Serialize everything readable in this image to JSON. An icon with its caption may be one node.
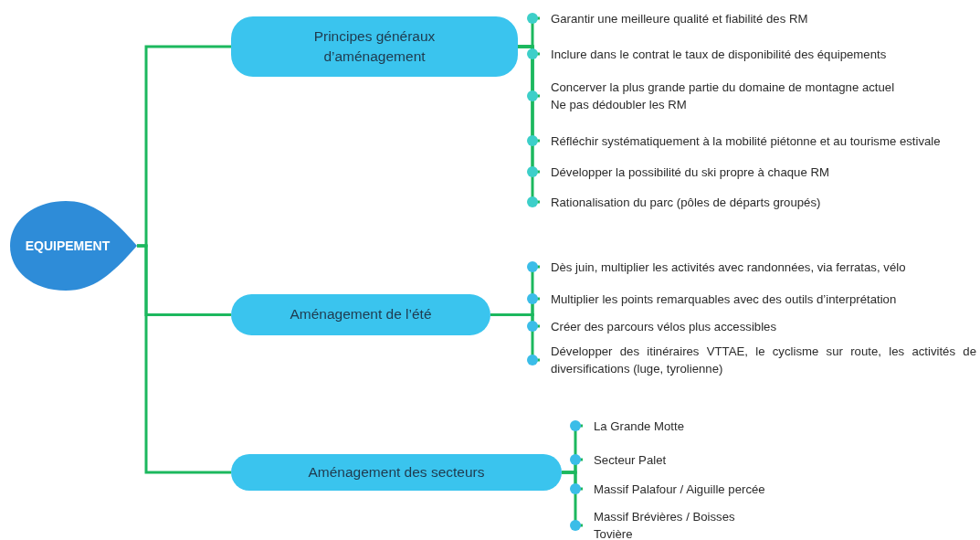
{
  "diagram": {
    "nodes": [
      {
        "text": [
          "EQUIPEMENT"
        ]
      },
      {
        "text": [
          "Principes généraux d’aménagement"
        ]
      },
      {
        "text": [
          "Aménagement de l’été"
        ]
      },
      {
        "text": [
          "Aménagement des secteurs"
        ]
      },
      {
        "text": [
          "Garantir une meilleure qualité et fiabilité des RM"
        ]
      },
      {
        "text": [
          "Inclure dans le contrat le taux de disponibilité des équipements"
        ]
      },
      {
        "text": [
          "Concerver la plus grande partie du domaine de montagne actuel",
          "Ne pas dédoubler les RM"
        ]
      },
      {
        "text": [
          "Réfléchir systématiquement à la mobilité piétonne et au tourisme estivale"
        ]
      },
      {
        "text": [
          "Développer la possibilité du ski propre à chaque RM"
        ]
      },
      {
        "text": [
          "Rationalisation du parc (pôles de départs groupés)"
        ]
      },
      {
        "text": [
          "Dès juin, multiplier les activités avec randonnées, via ferratas, vélo"
        ]
      },
      {
        "text": [
          "Multiplier les points remarquables avec des outils d’interprétation"
        ]
      },
      {
        "text": [
          "Créer des parcours vélos plus accessibles"
        ]
      },
      {
        "text": [
          "Développer des itinéraires VTTAE, le cyclisme sur route, les activités de diversifications (luge, tyrolienne)"
        ]
      },
      {
        "text": [
          "La Grande Motte"
        ]
      },
      {
        "text": [
          "Secteur Palet"
        ]
      },
      {
        "text": [
          "Massif Palafour / Aiguille percée"
        ]
      },
      {
        "text": [
          "Massif Brévières / Boisses Tovière"
        ]
      }
    ],
    "edges": [
      {
        "from": 0,
        "to": 1,
        "arrow": "none"
      },
      {
        "from": 0,
        "to": 2,
        "arrow": "none"
      },
      {
        "from": 0,
        "to": 3,
        "arrow": "none"
      },
      {
        "from": 1,
        "to": 4,
        "arrow": "none"
      },
      {
        "from": 1,
        "to": 5,
        "arrow": "none"
      },
      {
        "from": 1,
        "to": 6,
        "arrow": "none"
      },
      {
        "from": 1,
        "to": 7,
        "arrow": "none"
      },
      {
        "from": 1,
        "to": 8,
        "arrow": "none"
      },
      {
        "from": 1,
        "to": 9,
        "arrow": "none"
      },
      {
        "from": 2,
        "to": 10,
        "arrow": "none"
      },
      {
        "from": 2,
        "to": 11,
        "arrow": "none"
      },
      {
        "from": 2,
        "to": 12,
        "arrow": "none"
      },
      {
        "from": 2,
        "to": 13,
        "arrow": "none"
      },
      {
        "from": 3,
        "to": 14,
        "arrow": "none"
      },
      {
        "from": 3,
        "to": 15,
        "arrow": "none"
      },
      {
        "from": 3,
        "to": 16,
        "arrow": "none"
      },
      {
        "from": 3,
        "to": 17,
        "arrow": "none"
      }
    ]
  }
}
